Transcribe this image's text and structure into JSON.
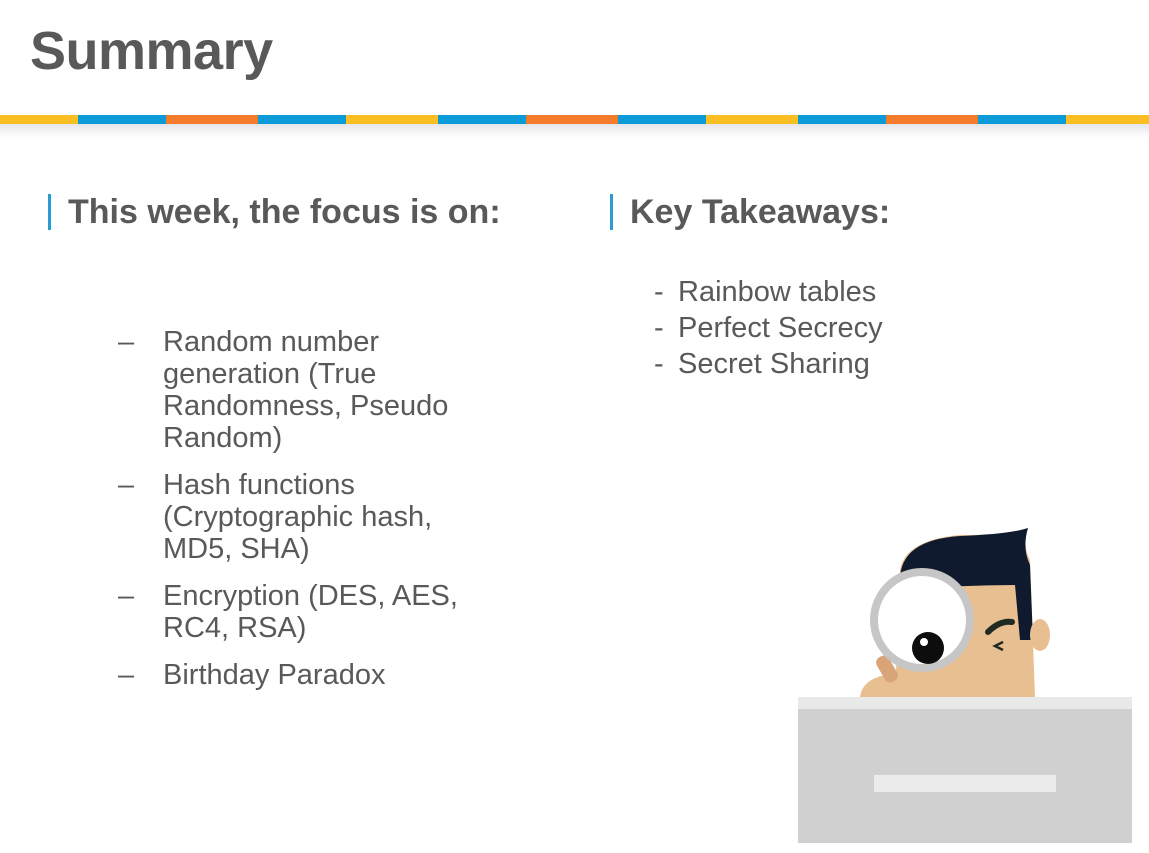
{
  "title": "Summary",
  "colors": {
    "yellow": "#fbbf24",
    "blue": "#0a9bd8",
    "orange": "#f47c2c",
    "text": "#58595b",
    "accent_bar": "#2b9bd3"
  },
  "left": {
    "heading": "This week, the focus is on:",
    "items": [
      "Random number generation (True Randomness, Pseudo Random)",
      "Hash functions (Cryptographic hash, MD5, SHA)",
      "Encryption (DES, AES, RC4, RSA)",
      "Birthday Paradox"
    ]
  },
  "right": {
    "heading": "Key Takeaways:",
    "items": [
      "Rainbow tables",
      "Perfect Secrecy",
      "Secret Sharing"
    ]
  },
  "illustration": "man-with-magnifying-glass-behind-laptop"
}
